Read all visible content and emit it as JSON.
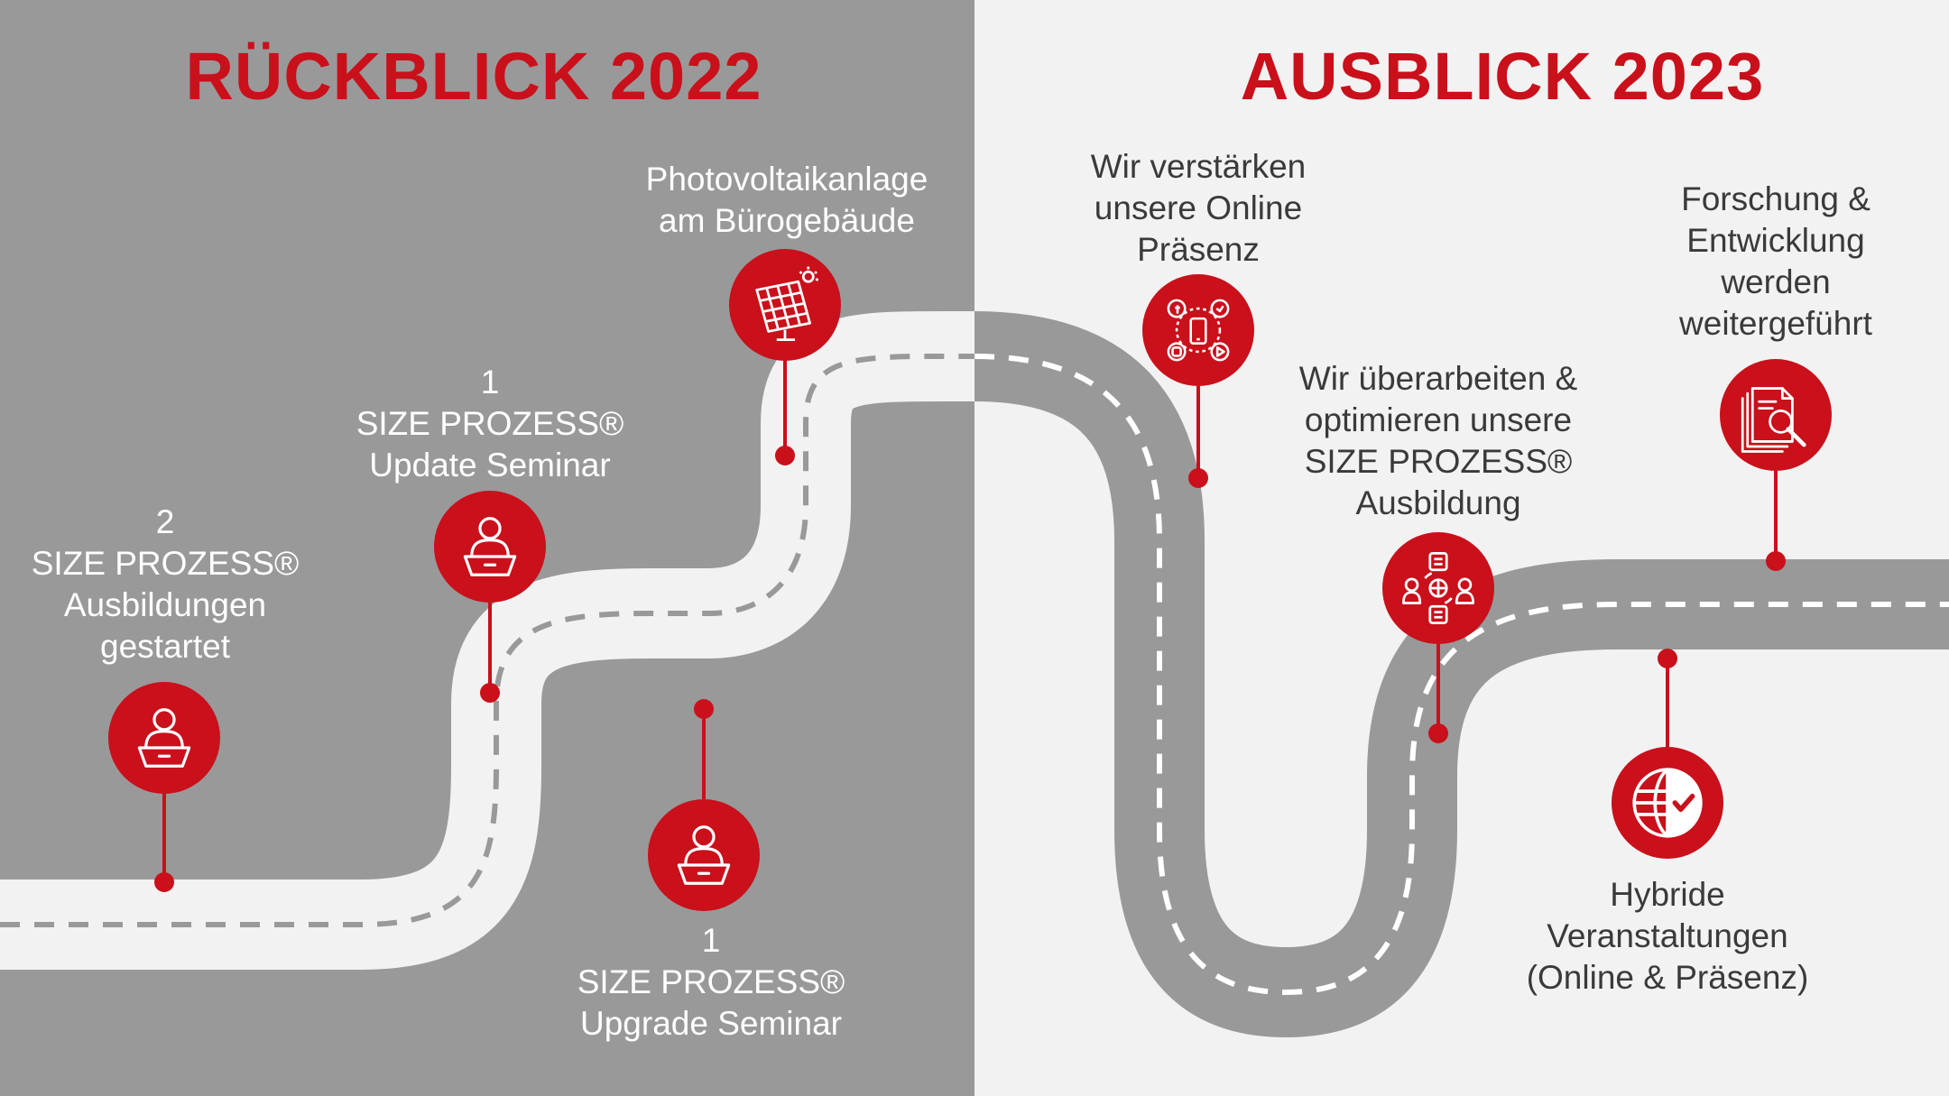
{
  "left_title": "RÜCKBLICK 2022",
  "right_title": "AUSBLICK 2023",
  "colors": {
    "accent": "#c9101b",
    "left_bg": "#999999",
    "right_bg": "#f2f2f2",
    "left_road": "#f2f2f2",
    "left_dash": "#999999",
    "right_road": "#999999",
    "right_dash": "#ffffff"
  },
  "milestones_2022": [
    {
      "lines": [
        "2",
        "SIZE PROZESS®",
        "Ausbildungen",
        "gestartet"
      ],
      "icon": "laptop-person-icon"
    },
    {
      "lines": [
        "1",
        "SIZE PROZESS®",
        "Update Seminar"
      ],
      "icon": "laptop-person-icon"
    },
    {
      "lines": [
        "1",
        "SIZE PROZESS®",
        "Upgrade Seminar"
      ],
      "icon": "laptop-person-icon"
    },
    {
      "lines": [
        "Photovoltaikanlage",
        "am Bürogebäude"
      ],
      "icon": "solar-panel-icon"
    }
  ],
  "milestones_2023": [
    {
      "lines": [
        "Wir verstärken",
        "unsere Online",
        "Präsenz"
      ],
      "icon": "social-media-icon"
    },
    {
      "lines": [
        "Wir überarbeiten &",
        "optimieren unsere",
        "SIZE PROZESS®",
        "Ausbildung"
      ],
      "icon": "collaboration-icon"
    },
    {
      "lines": [
        "Hybride",
        "Veranstaltungen",
        "(Online & Präsenz)"
      ],
      "icon": "globe-check-icon"
    },
    {
      "lines": [
        "Forschung &",
        "Entwicklung",
        "werden",
        "weitergeführt"
      ],
      "icon": "document-search-icon"
    }
  ]
}
